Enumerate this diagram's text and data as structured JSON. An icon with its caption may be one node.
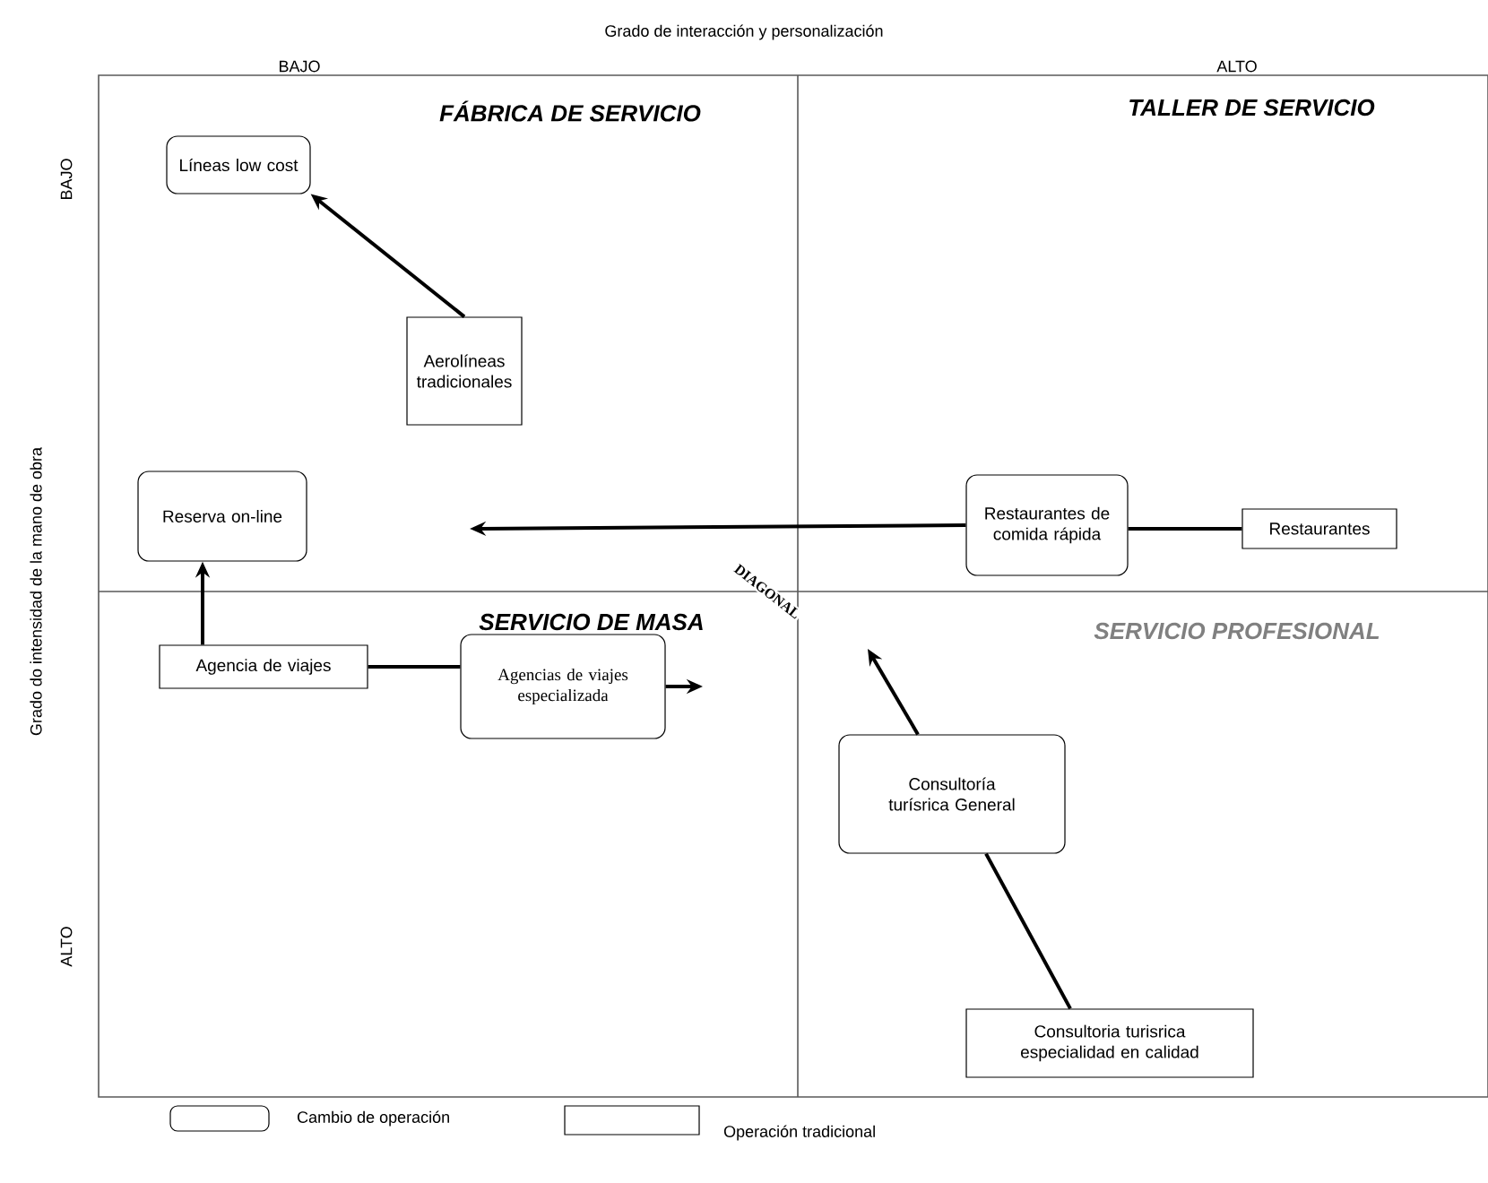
{
  "diagram": {
    "nodes": [
      {
        "text": [
          "Líneas low cost"
        ]
      },
      {
        "text": [
          "Aerolíneas tradicionales"
        ]
      },
      {
        "text": [
          "Reserva on-line"
        ]
      },
      {
        "text": [
          "Restaurantes de comida rápida"
        ]
      },
      {
        "text": [
          "Restaurantes"
        ]
      },
      {
        "text": [
          "Agencia de viajes"
        ]
      },
      {
        "text": [
          "Agencias de viajes especializada"
        ]
      },
      {
        "text": [
          "Consultoría turísrica General"
        ]
      },
      {
        "text": [
          "Consultoria turisrica especialidad en calidad"
        ]
      }
    ],
    "edges": [
      {
        "from": 1,
        "to": 0,
        "arrow": "to"
      },
      {
        "from": 4,
        "to": 3,
        "arrow": "none"
      },
      {
        "from": 3,
        "to": null,
        "arrow": "to"
      },
      {
        "from": 5,
        "to": 2,
        "arrow": "to"
      },
      {
        "from": 5,
        "to": 6,
        "arrow": "none"
      },
      {
        "from": 6,
        "to": null,
        "arrow": "to"
      },
      {
        "from": 8,
        "to": 7,
        "arrow": "none"
      },
      {
        "from": 7,
        "to": null,
        "arrow": "to"
      }
    ],
    "labels": [
      "Grado de interacción y personalización",
      "BAJO",
      "ALTO",
      "Grado do intensidad de la mano de obra",
      "BAJO",
      "ALTO",
      "FÁBRICA DE SERVICIO",
      "TALLER DE SERVICIO",
      "SERVICIO DE MASA",
      "SERVICIO PROFESIONAL",
      "DIAGONAL"
    ],
    "legend": [
      {
        "text": "Cambio de operación"
      },
      {
        "text": "Operación tradicional"
      }
    ]
  }
}
